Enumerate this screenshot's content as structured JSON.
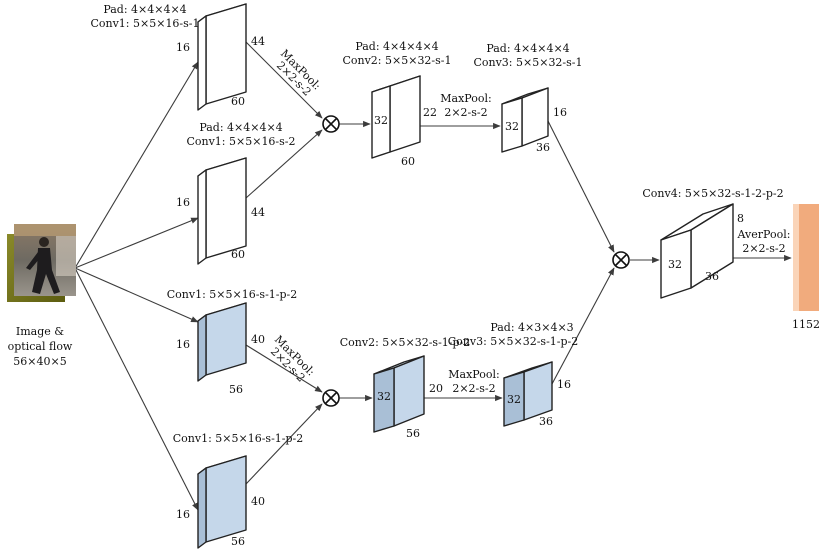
{
  "colors": {
    "plain_block": "#ffffff",
    "shaded_block": "#c5d7ea",
    "shaded_block_top": "#d8e5f2",
    "shaded_block_side": "#a9bfd6",
    "output_bar": "#f1ab7d",
    "output_bar_edge": "#fad4b8",
    "line": "#3c3c3c"
  },
  "input": {
    "label_lines": [
      "Image &",
      "optical flow",
      "56×40×5"
    ],
    "thumbnail": "pedestrian-photo-with-optical-flow-overlay"
  },
  "output": {
    "label": "1152"
  },
  "combine_icon": "circled-times-icon",
  "branches": {
    "top_a": {
      "caption_lines": [
        "Pad: 4×4×4×4",
        "Conv1: 5×5×16-s-1"
      ],
      "dims": {
        "front": "16",
        "side": "44",
        "bottom": "60"
      },
      "pool_lines": [
        "MaxPool:",
        "2×2-s-2"
      ]
    },
    "top_b": {
      "caption_lines": [
        "Pad: 4×4×4×4",
        "Conv1: 5×5×16-s-2"
      ],
      "dims": {
        "front": "16",
        "side": "44",
        "bottom": "60"
      }
    },
    "top_c2": {
      "caption_lines": [
        "Pad: 4×4×4×4",
        "Conv2: 5×5×32-s-1"
      ],
      "dims": {
        "front": "32",
        "side": "22",
        "bottom": "60"
      },
      "pool_lines": [
        "MaxPool:",
        "2×2-s-2"
      ]
    },
    "top_c3": {
      "caption_lines": [
        "Pad: 4×4×4×4",
        "Conv3: 5×5×32-s-1"
      ],
      "dims": {
        "front": "32",
        "side": "16",
        "bottom": "36"
      }
    },
    "bot_a": {
      "caption_lines": [
        "Conv1: 5×5×16-s-1-p-2"
      ],
      "dims": {
        "front": "16",
        "side": "40",
        "bottom": "56"
      },
      "pool_lines": [
        "MaxPool:",
        "2×2-s-2"
      ]
    },
    "bot_b": {
      "caption_lines": [
        "Conv1: 5×5×16-s-1-p-2"
      ],
      "dims": {
        "front": "16",
        "side": "40",
        "bottom": "56"
      }
    },
    "bot_c2": {
      "caption_lines": [
        "Conv2: 5×5×32-s-1-p-2"
      ],
      "dims": {
        "front": "32",
        "side": "20",
        "bottom": "56"
      },
      "pool_lines": [
        "MaxPool:",
        "2×2-s-2"
      ]
    },
    "bot_c3": {
      "caption_lines": [
        "Pad: 4×3×4×3",
        "Conv3: 5×5×32-s-1-p-2"
      ],
      "dims": {
        "front": "32",
        "side": "16",
        "bottom": "36"
      }
    },
    "conv4": {
      "caption_lines": [
        "Conv4: 5×5×32-s-1-2-p-2"
      ],
      "dims": {
        "front": "32",
        "side": "8",
        "bottom": "36"
      },
      "pool_lines": [
        "AverPool:",
        "2×2-s-2"
      ]
    }
  }
}
